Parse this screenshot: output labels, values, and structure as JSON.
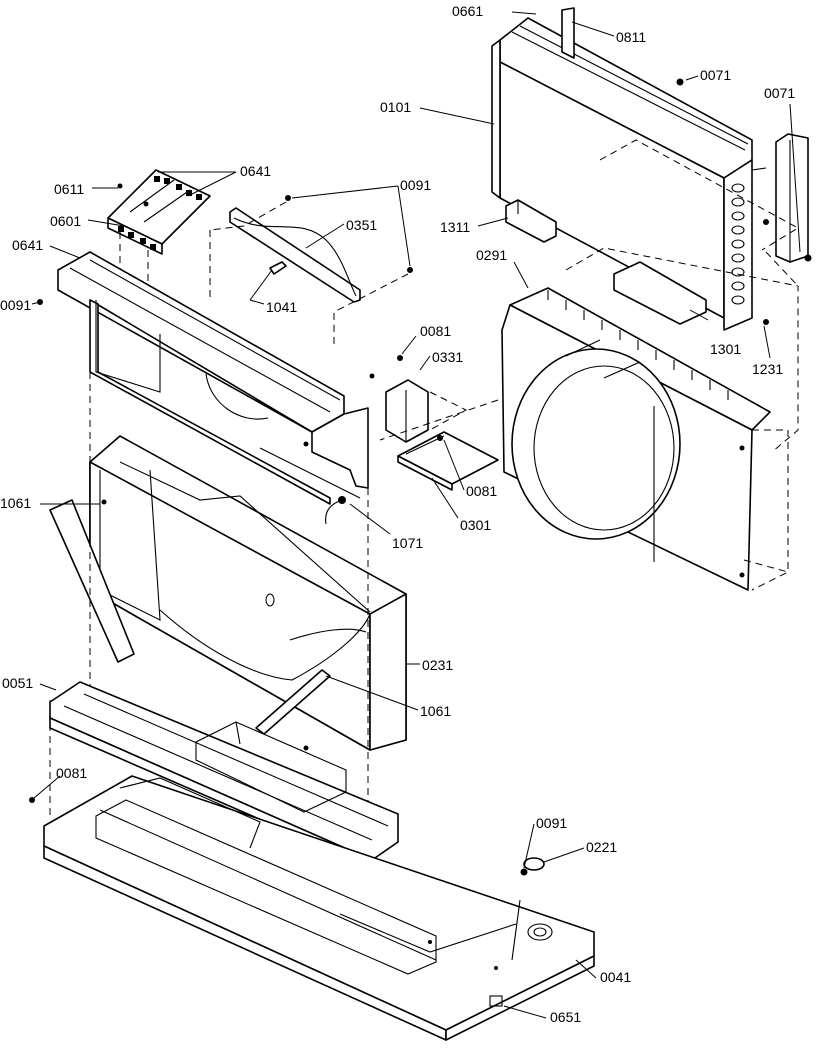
{
  "labels": {
    "p0661": "0661",
    "p0811": "0811",
    "p0071a": "0071",
    "p0071b": "0071",
    "p0101": "0101",
    "p0641a": "0641",
    "p0611": "0611",
    "p0091a": "0091",
    "p0601": "0601",
    "p0641b": "0641",
    "p0351": "0351",
    "p1311": "1311",
    "p0291": "0291",
    "p0091b": "0091",
    "p1041": "1041",
    "p1301": "1301",
    "p1231": "1231",
    "p0081a": "0081",
    "p0331": "0331",
    "p1061a": "1061",
    "p0081b": "0081",
    "p1071": "1071",
    "p0301": "0301",
    "p0231": "0231",
    "p0051": "0051",
    "p1061b": "1061",
    "p0081c": "0081",
    "p0091c": "0091",
    "p0221": "0221",
    "p0041": "0041",
    "p0651": "0651"
  }
}
